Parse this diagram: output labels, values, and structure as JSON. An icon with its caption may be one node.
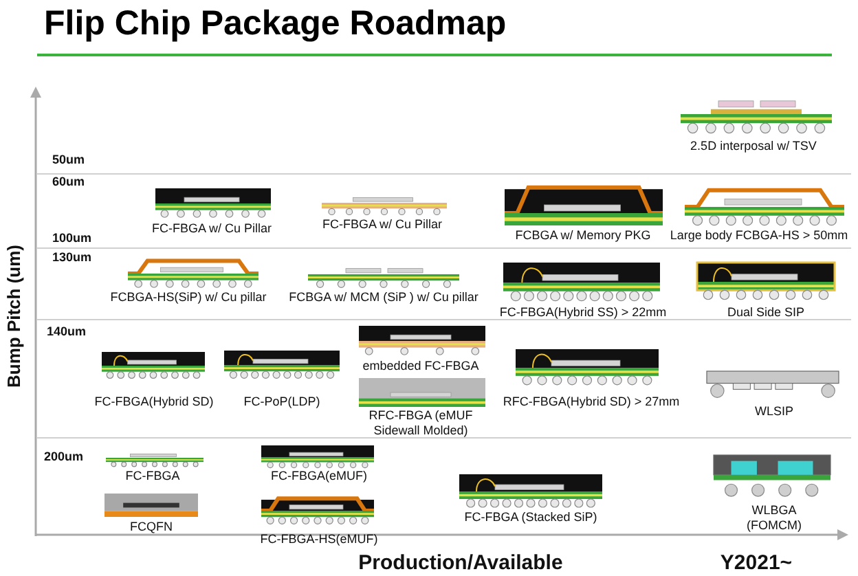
{
  "diagram": {
    "title": "Flip Chip Package Roadmap",
    "labels": [
      "Bump Pitch (um)",
      "2.5D interposal  w/ TSV",
      "50um",
      "60um",
      "100um",
      "FC-FBGA w/ Cu Pillar",
      "FC-FBGA w/ Cu Pillar",
      "FCBGA w/ Memory PKG",
      "Large body FCBGA-HS > 50mm",
      "130um",
      "FCBGA-HS(SiP) w/ Cu pillar",
      "FCBGA w/ MCM (SiP ) w/ Cu pillar",
      "FC-FBGA(Hybrid SS) > 22mm",
      "Dual Side SIP",
      "140um",
      "embedded FC-FBGA",
      "FC-FBGA(Hybrid SD)",
      "FC-PoP(LDP)",
      "RFC-FBGA (eMUF Sidewall Molded)",
      "RFC-FBGA(Hybrid SD) > 27mm",
      "WLSIP",
      "200um",
      "FC-FBGA",
      "FC-FBGA(eMUF)",
      "FCQFN",
      "FC-FBGA (Stacked SiP)",
      "FC-FBGA-HS(eMUF)",
      "WLBGA (FOMCM)",
      "Production/Available",
      "Y2021~"
    ]
  }
}
